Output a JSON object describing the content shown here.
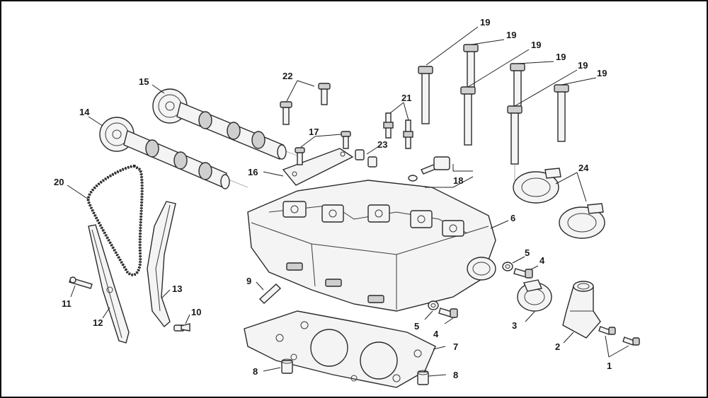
{
  "callouts": [
    {
      "key": "c1",
      "number": "1"
    },
    {
      "key": "c2",
      "number": "2"
    },
    {
      "key": "c3",
      "number": "3"
    },
    {
      "key": "c4a",
      "number": "4"
    },
    {
      "key": "c4b",
      "number": "4"
    },
    {
      "key": "c5a",
      "number": "5"
    },
    {
      "key": "c5b",
      "number": "5"
    },
    {
      "key": "c6",
      "number": "6"
    },
    {
      "key": "c7",
      "number": "7"
    },
    {
      "key": "c8a",
      "number": "8"
    },
    {
      "key": "c8b",
      "number": "8"
    },
    {
      "key": "c9",
      "number": "9"
    },
    {
      "key": "c10",
      "number": "10"
    },
    {
      "key": "c11",
      "number": "11"
    },
    {
      "key": "c12",
      "number": "12"
    },
    {
      "key": "c13",
      "number": "13"
    },
    {
      "key": "c14",
      "number": "14"
    },
    {
      "key": "c15",
      "number": "15"
    },
    {
      "key": "c16",
      "number": "16"
    },
    {
      "key": "c17",
      "number": "17"
    },
    {
      "key": "c18",
      "number": "18"
    },
    {
      "key": "c19a",
      "number": "19"
    },
    {
      "key": "c19b",
      "number": "19"
    },
    {
      "key": "c19c",
      "number": "19"
    },
    {
      "key": "c19d",
      "number": "19"
    },
    {
      "key": "c19e",
      "number": "19"
    },
    {
      "key": "c19f",
      "number": "19"
    },
    {
      "key": "c20",
      "number": "20"
    },
    {
      "key": "c21",
      "number": "21"
    },
    {
      "key": "c22",
      "number": "22"
    },
    {
      "key": "c23",
      "number": "23"
    },
    {
      "key": "c24",
      "number": "24"
    }
  ]
}
